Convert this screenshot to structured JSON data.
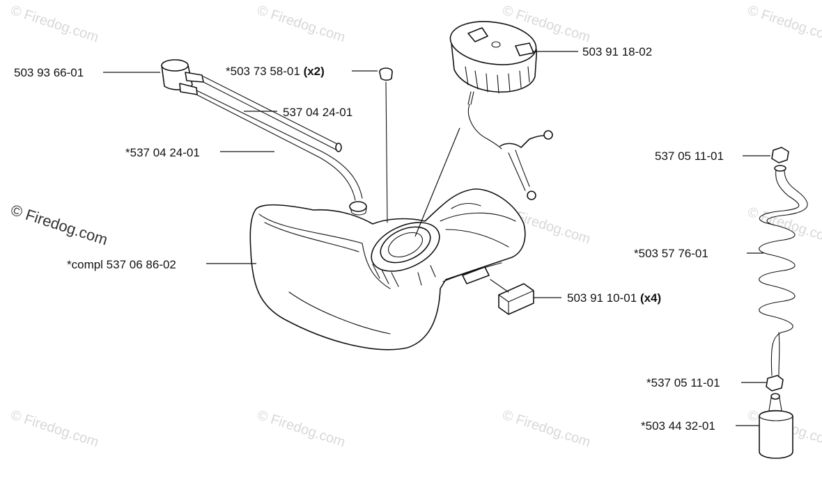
{
  "watermark": {
    "text": "© Firedog.com"
  },
  "labels": [
    {
      "id": "fuel-pickup-grommet",
      "number": "503 93 66-01",
      "qty": ""
    },
    {
      "id": "vent-valve",
      "number": "*503 73 58-01",
      "qty": "(x2)"
    },
    {
      "id": "fuel-hose-upper",
      "number": "537 04 24-01",
      "qty": ""
    },
    {
      "id": "fuel-hose-lower",
      "number": "*537 04 24-01",
      "qty": ""
    },
    {
      "id": "fuel-tank",
      "number": "*compl 537 06 86-02",
      "qty": ""
    },
    {
      "id": "fuel-cap",
      "number": "503 91 18-02",
      "qty": ""
    },
    {
      "id": "rubber-mount",
      "number": "503 91 10-01",
      "qty": "(x4)"
    },
    {
      "id": "hose-nut-top",
      "number": "537 05 11-01",
      "qty": ""
    },
    {
      "id": "coil-hose",
      "number": "*503 57 76-01",
      "qty": ""
    },
    {
      "id": "hose-nut-bottom",
      "number": "*537 05 11-01",
      "qty": ""
    },
    {
      "id": "fuel-filter",
      "number": "*503 44 32-01",
      "qty": ""
    }
  ]
}
